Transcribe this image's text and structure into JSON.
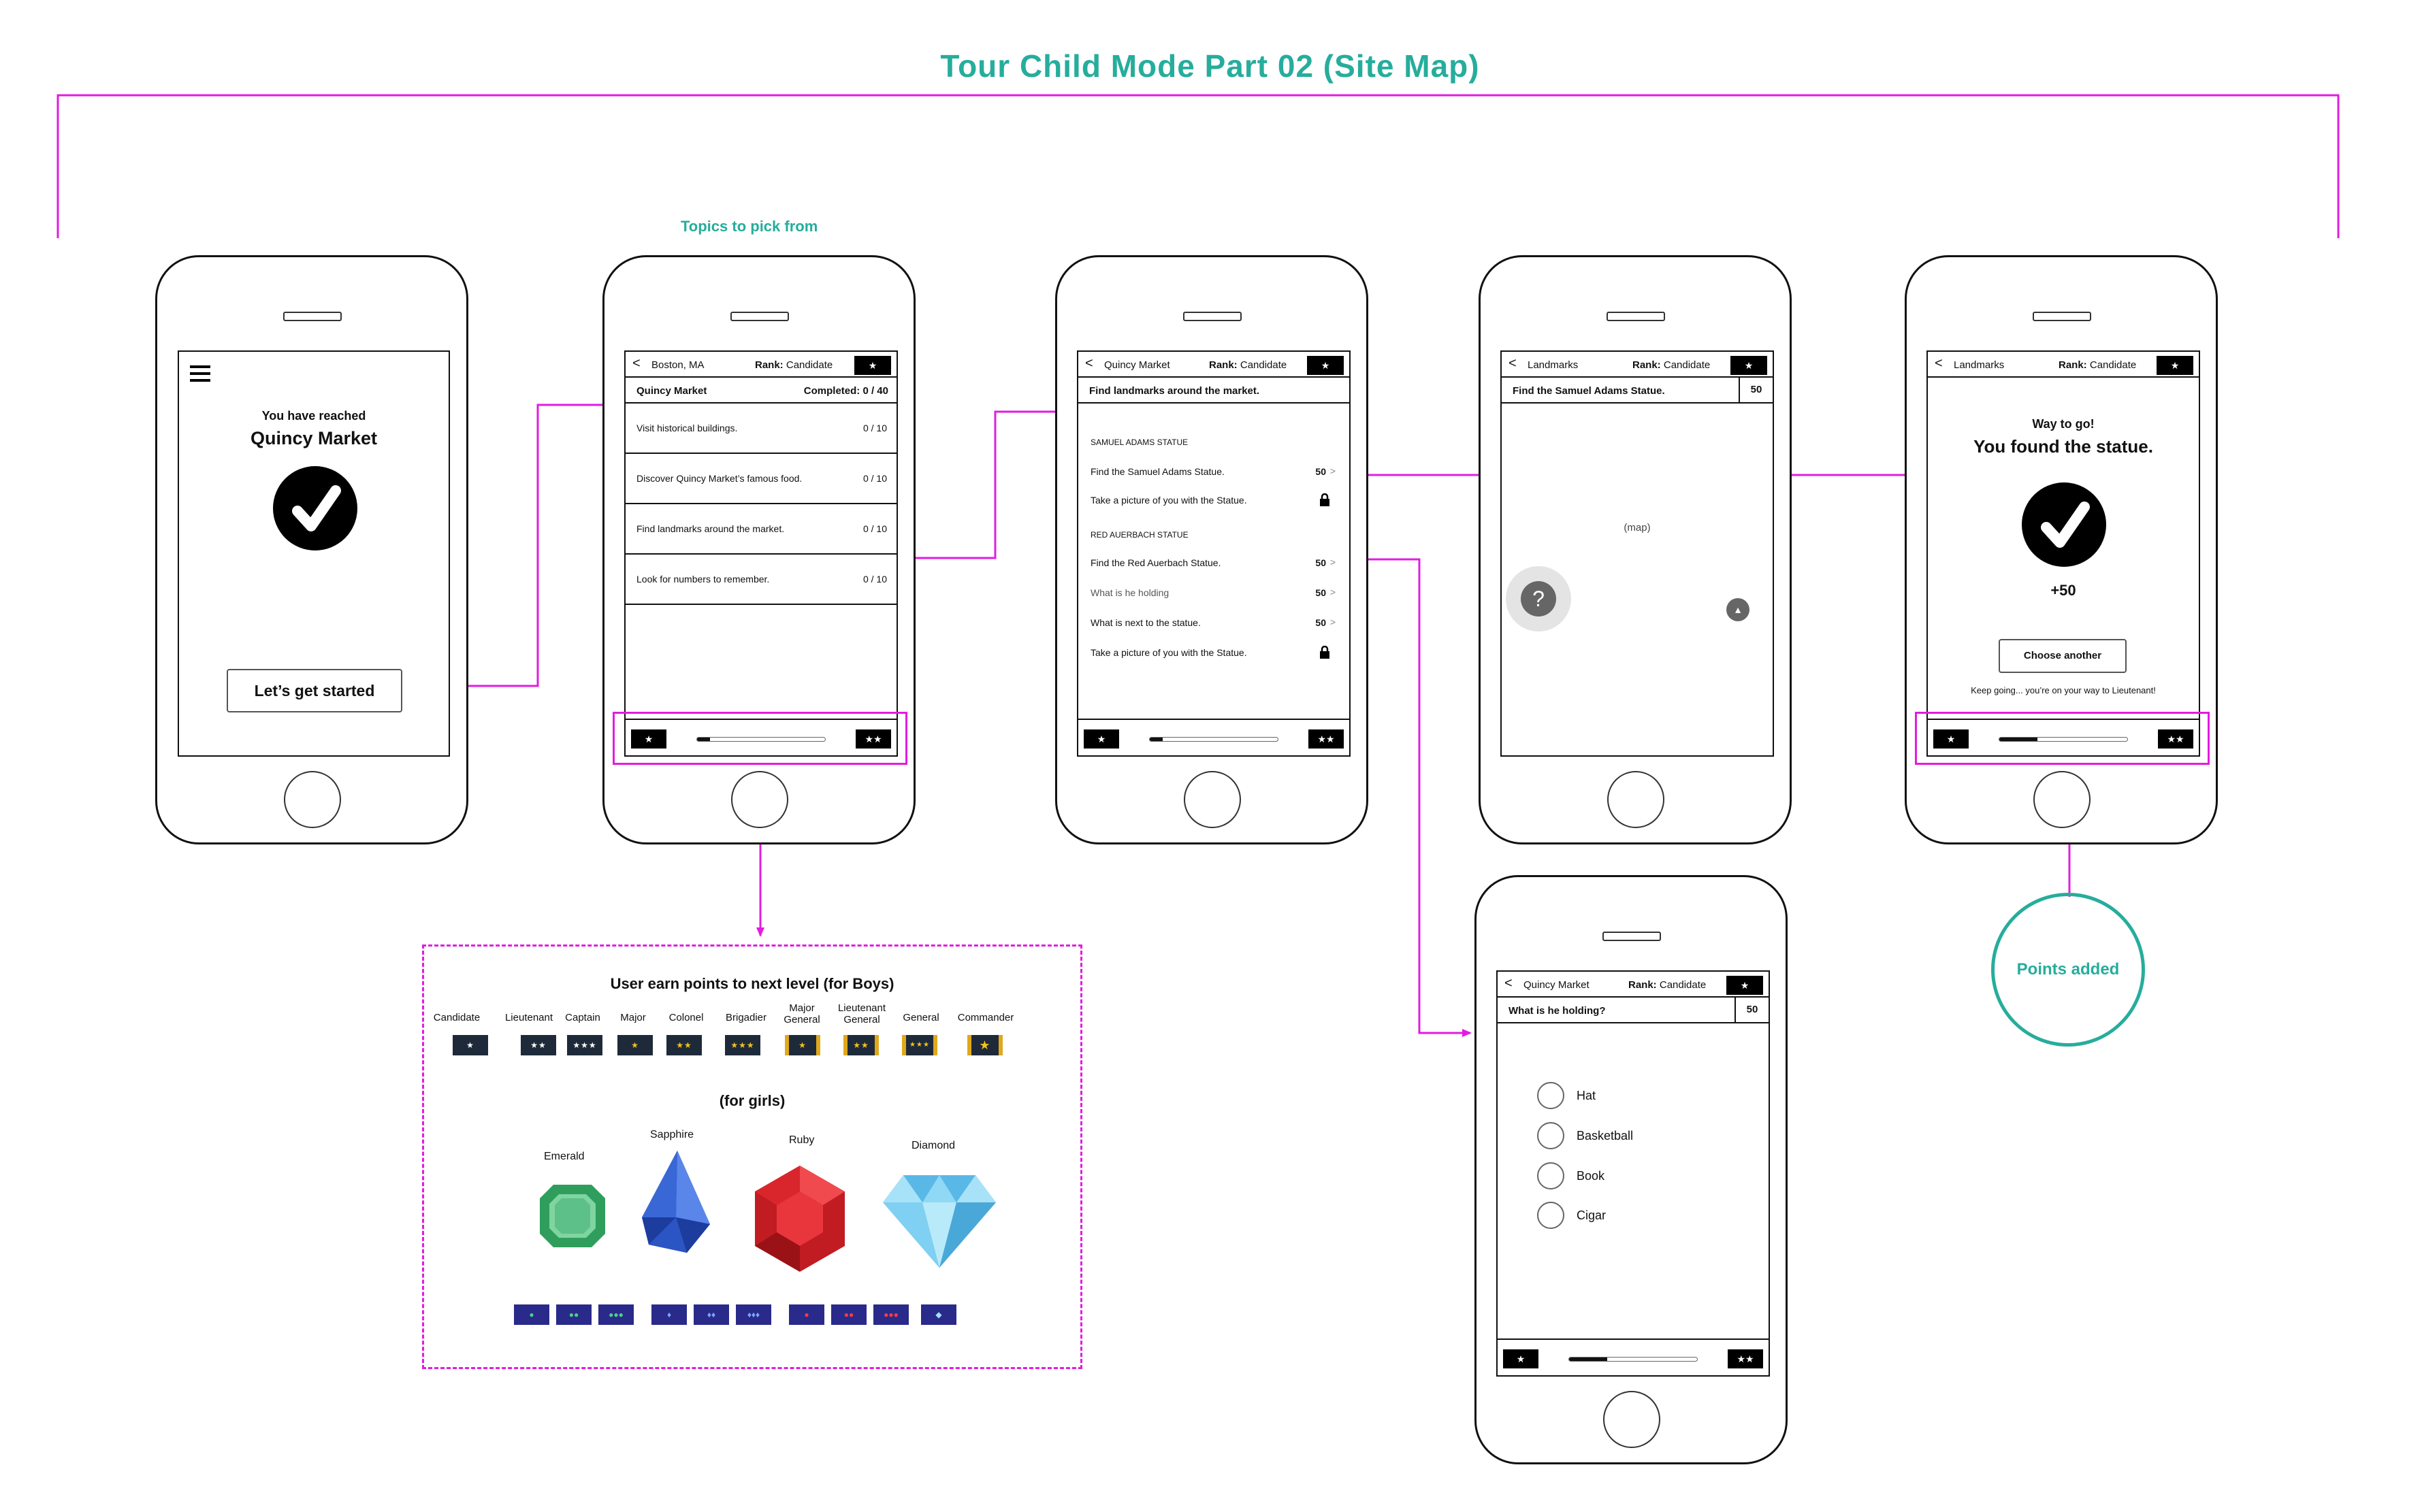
{
  "title": "Tour Child Mode Part 02   (Site Map)",
  "topics_note": "Topics to pick from",
  "points_added_label": "Points added",
  "screen1": {
    "menu_icon": "hamburger-icon",
    "reached": "You have reached",
    "place": "Quincy Market",
    "button": "Let’s get started"
  },
  "screen2": {
    "back": "<",
    "location": "Boston, MA",
    "rank_label": "Rank:",
    "rank": "Candidate",
    "star": "★",
    "header_title": "Quincy Market",
    "header_completed": "Completed:  0 / 40",
    "topics": [
      {
        "label": "Visit historical buildings.",
        "count": "0 / 10"
      },
      {
        "label": "Discover Quincy Market’s famous food.",
        "count": "0 / 10"
      },
      {
        "label": "Find landmarks around the market.",
        "count": "0 / 10"
      },
      {
        "label": "Look for numbers to remember.",
        "count": "0 / 10"
      }
    ],
    "bar_left": "★",
    "bar_right": "★★",
    "progress": 0.1
  },
  "screen3": {
    "back": "<",
    "location": "Quincy Market",
    "rank_label": "Rank:",
    "rank": "Candidate",
    "star": "★",
    "header": "Find landmarks around the market.",
    "section1": "SAMUEL ADAMS STATUE",
    "items1": [
      {
        "label": "Find the Samuel Adams Statue.",
        "points": "50",
        "icon": ">"
      },
      {
        "label": "Take a picture of you with the Statue.",
        "points": "",
        "icon": "lock-icon"
      }
    ],
    "section2": "RED AUERBACH STATUE",
    "items2": [
      {
        "label": "Find the Red Auerbach Statue.",
        "points": "50",
        "icon": ">"
      },
      {
        "label": "What is he holding",
        "points": "50",
        "icon": ">"
      },
      {
        "label": "What is next to the statue.",
        "points": "50",
        "icon": ">"
      },
      {
        "label": "Take a picture of you with the Statue.",
        "points": "",
        "icon": "lock-icon"
      }
    ],
    "bar_left": "★",
    "bar_right": "★★",
    "progress": 0.1
  },
  "screen4": {
    "back": "<",
    "location": "Landmarks",
    "rank_label": "Rank:",
    "rank": "Candidate",
    "star": "★",
    "header": "Find the Samuel Adams Statue.",
    "points": "50",
    "map": "(map)",
    "help": "?",
    "locate": "▲"
  },
  "screen5": {
    "back": "<",
    "location": "Landmarks",
    "rank_label": "Rank:",
    "rank": "Candidate",
    "star": "★",
    "line1": "Way to go!",
    "line2": "You found the statue.",
    "points": "+50",
    "button": "Choose another",
    "note": "Keep going... you’re on your way to Lieutenant!",
    "bar_left": "★",
    "bar_right": "★★",
    "progress": 0.3
  },
  "screen6": {
    "back": "<",
    "location": "Quincy Market",
    "rank_label": "Rank:",
    "rank": "Candidate",
    "star": "★",
    "header": "What is he holding?",
    "points": "50",
    "options": [
      "Hat",
      "Basketball",
      "Book",
      "Cigar"
    ],
    "bar_left": "★",
    "bar_right": "★★",
    "progress": 0.3
  },
  "levels": {
    "title": "User earn points to next level  (for Boys)",
    "boys": [
      {
        "name": "Candidate",
        "badge": "★"
      },
      {
        "name": "Lieutenant",
        "badge": "★★"
      },
      {
        "name": "Captain",
        "badge": "★★★"
      },
      {
        "name": "Major",
        "badge": "★"
      },
      {
        "name": "Colonel",
        "badge": "★★"
      },
      {
        "name": "Brigadier",
        "badge": "★★★"
      },
      {
        "name": "Major\nGeneral",
        "badge": "★"
      },
      {
        "name": "Lieutenant\nGeneral",
        "badge": "★★"
      },
      {
        "name": "General",
        "badge": "★★★"
      },
      {
        "name": "Commander",
        "badge": "★"
      }
    ],
    "girls_title": "(for girls)",
    "gems": [
      {
        "name": "Emerald",
        "color": "#2f9e5c"
      },
      {
        "name": "Sapphire",
        "color": "#3a67d6"
      },
      {
        "name": "Ruby",
        "color": "#d9262c"
      },
      {
        "name": "Diamond",
        "color": "#7fd0f2"
      }
    ]
  },
  "colors": {
    "accent": "#26ad9c",
    "connector": "#e21ce0"
  }
}
